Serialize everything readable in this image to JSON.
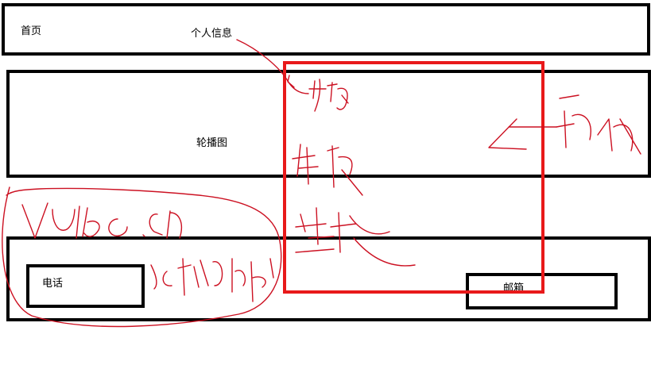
{
  "nav": {
    "home_label": "首页",
    "profile_label": "个人信息"
  },
  "banner": {
    "label": "轮播图"
  },
  "footer": {
    "phone_label": "电话",
    "email_label": "邮箱"
  },
  "colors": {
    "frame": "#000000",
    "highlight": "#e8191a",
    "annotation": "#cc1122"
  }
}
